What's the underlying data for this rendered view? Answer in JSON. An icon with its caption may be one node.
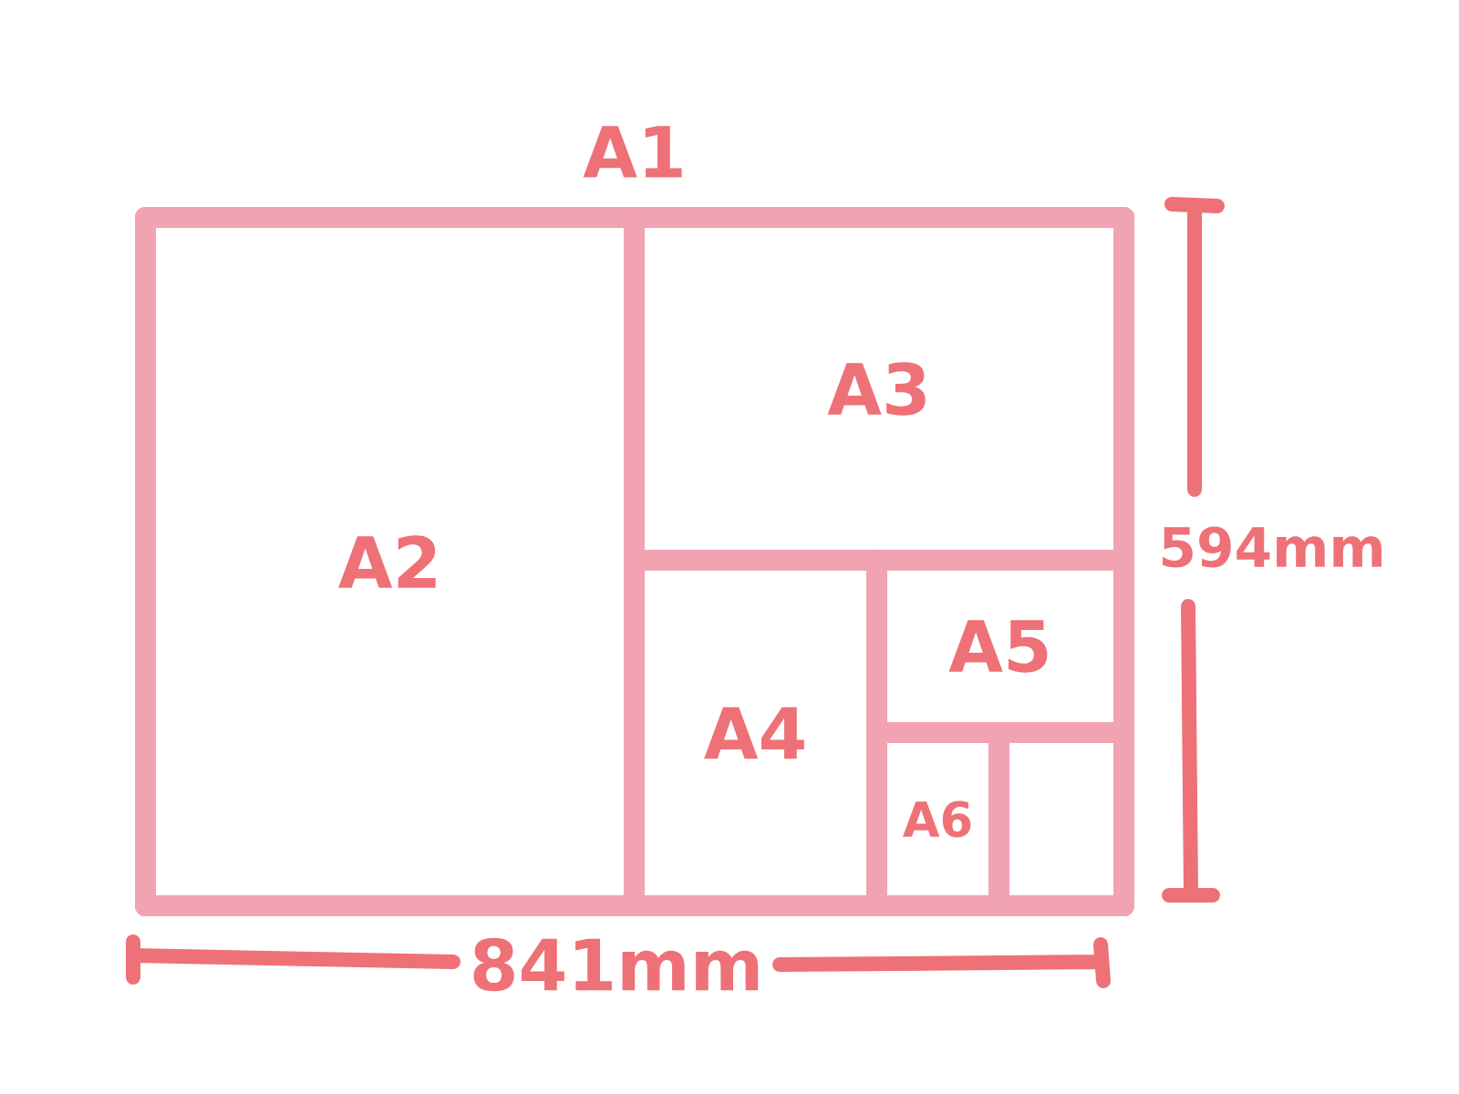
{
  "diagram": {
    "nodes": [
      {
        "text": [
          "A1"
        ]
      },
      {
        "text": [
          "A2"
        ],
        "in": 0
      },
      {
        "text": [
          "A3"
        ],
        "in": 0
      },
      {
        "text": [
          "A4"
        ],
        "in": 0
      },
      {
        "text": [
          "A5"
        ],
        "in": 0
      },
      {
        "text": [
          "A6"
        ],
        "in": 0
      },
      {
        "text": [],
        "shape": "box",
        "in": 0
      }
    ],
    "labels": [
      "594mm",
      "841mm"
    ]
  }
}
